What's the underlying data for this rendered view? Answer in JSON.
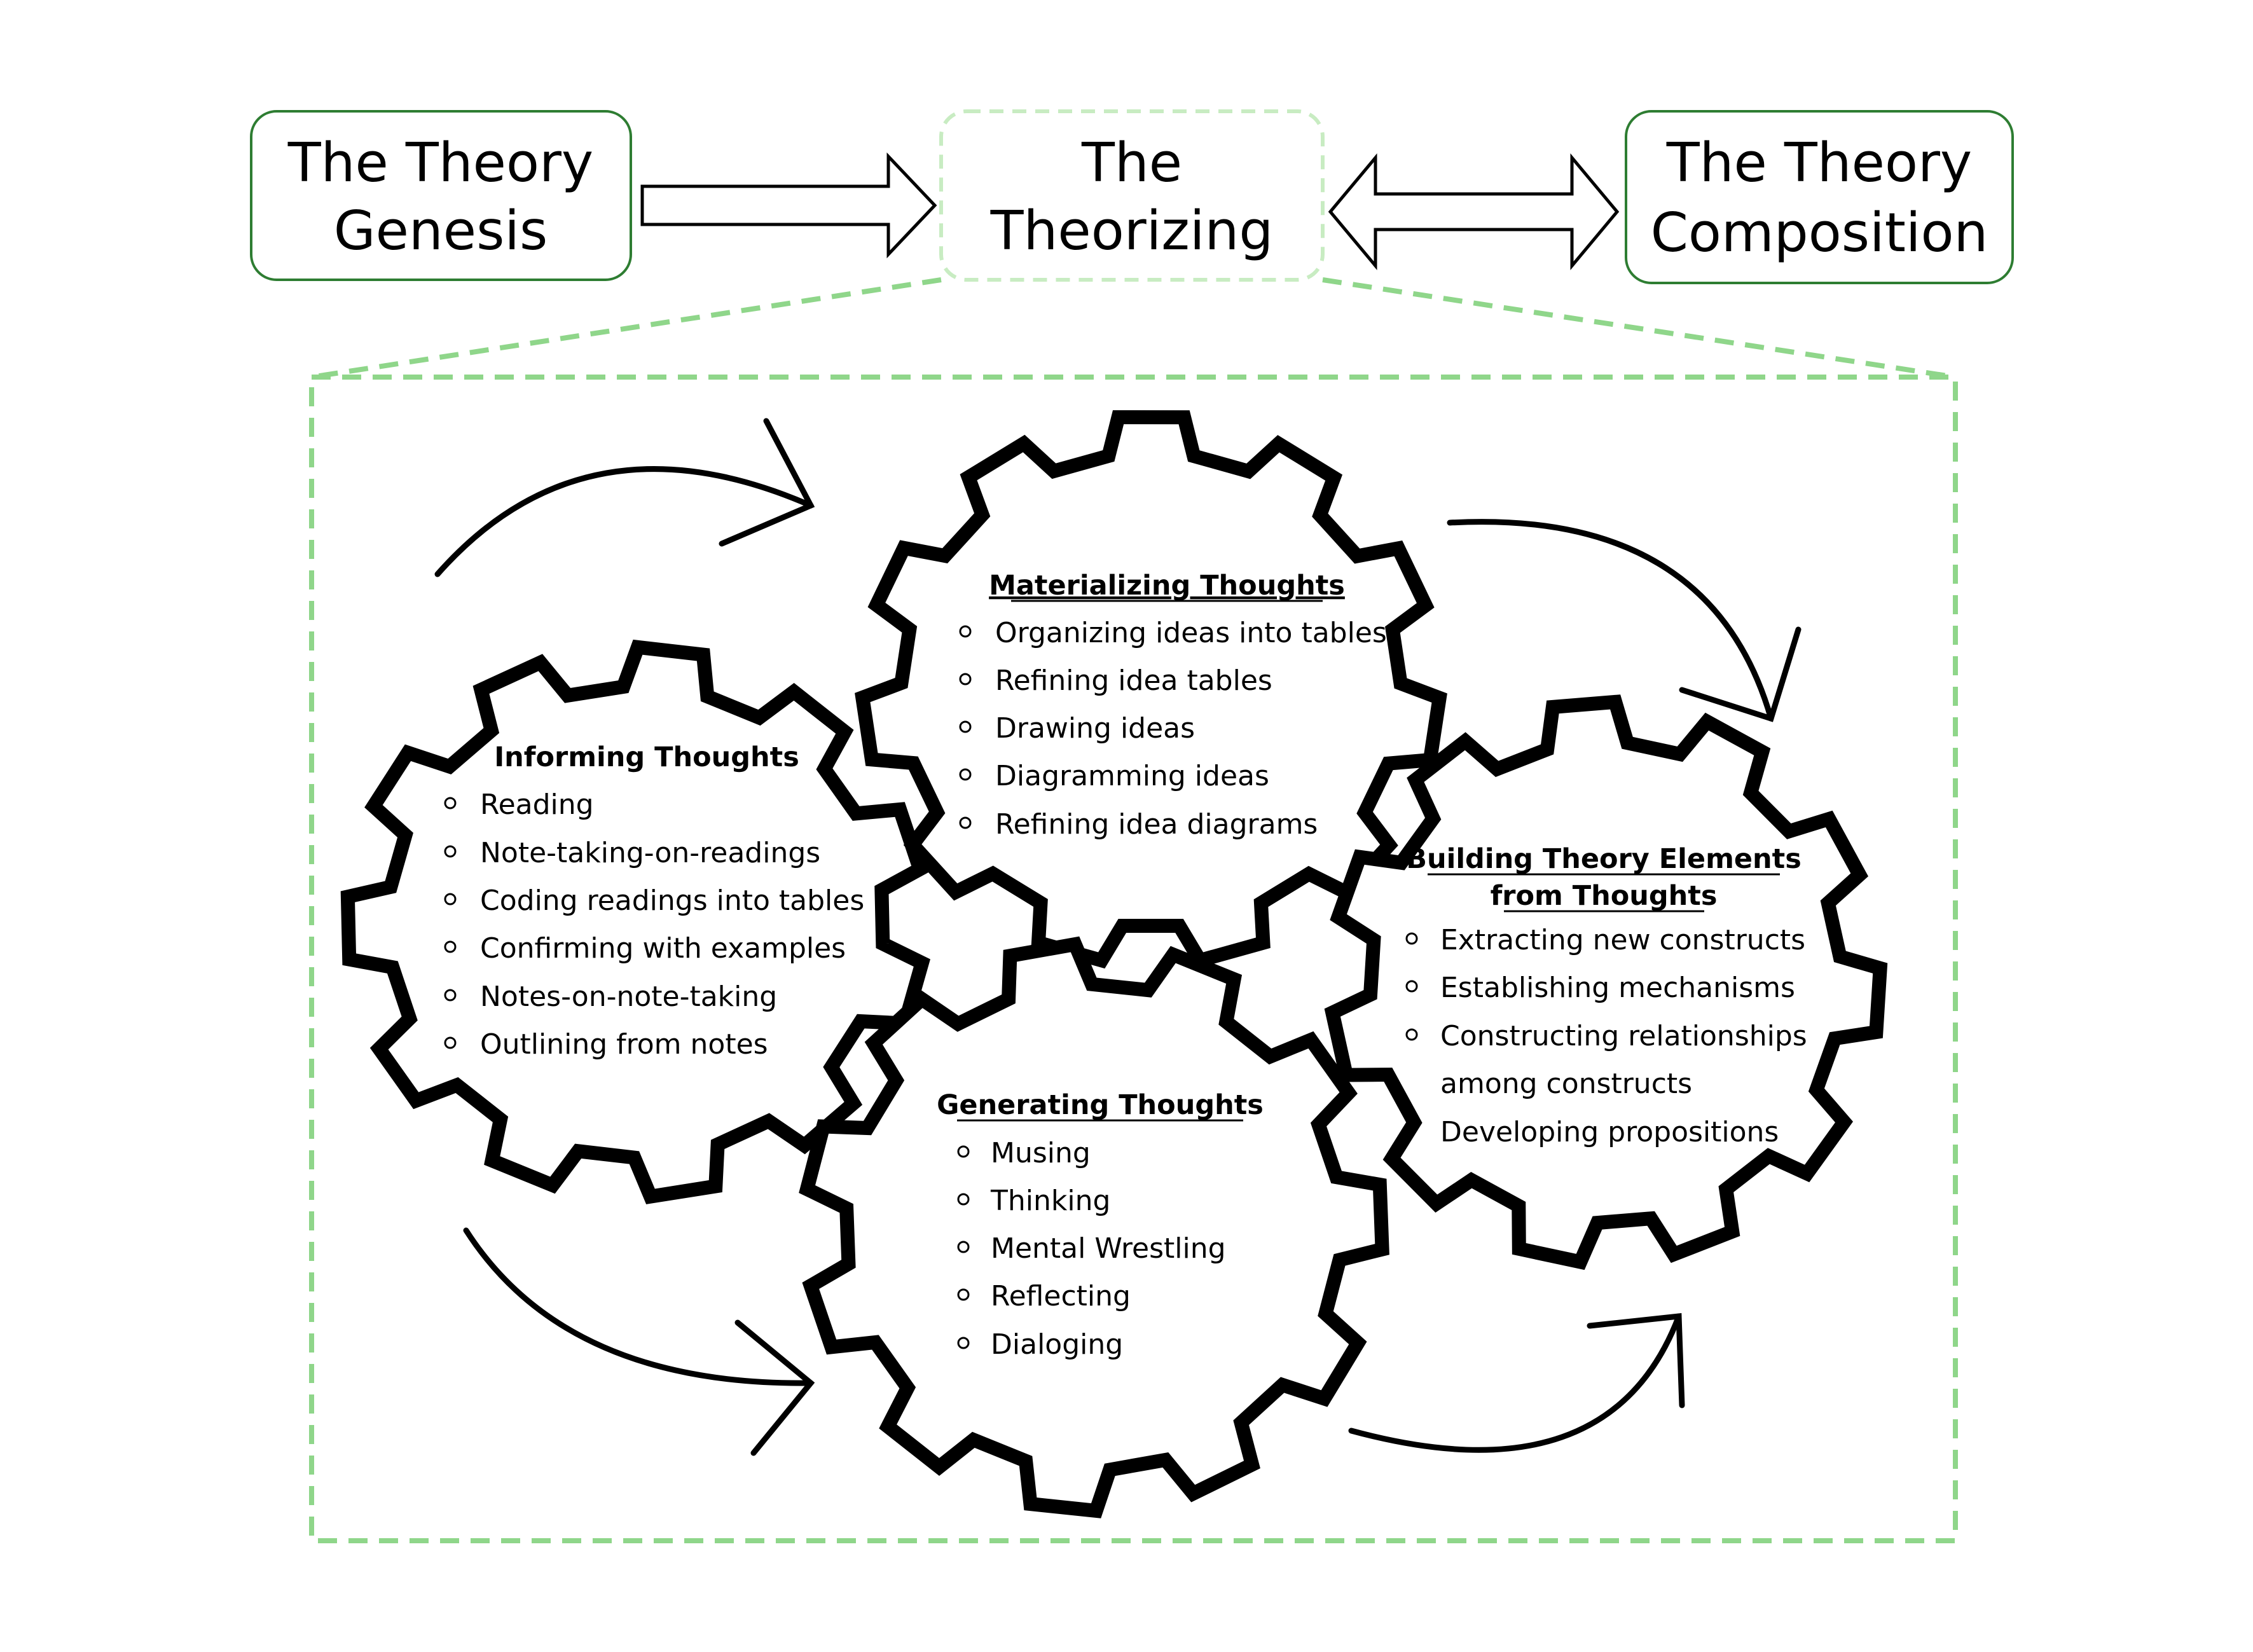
{
  "colors": {
    "stage_border": "#2e7d32",
    "dashed_green": "#8fd68a",
    "dashed_light": "#c8ecc2",
    "gear_stroke": "#000000",
    "text": "#000000"
  },
  "stages": {
    "genesis": [
      "The Theory",
      "Genesis"
    ],
    "theorizing": [
      "The",
      "Theorizing"
    ],
    "composition": [
      "The Theory",
      "Composition"
    ]
  },
  "gears": {
    "informing": {
      "title": "Informing Thoughts",
      "items": [
        "Reading",
        "Note-taking-on-readings",
        "Coding readings into tables",
        "Confirming with examples",
        "Notes-on-note-taking",
        "Outlining from notes"
      ]
    },
    "materializing": {
      "title": "Materializing Thoughts",
      "items": [
        "Organizing ideas into tables",
        "Refining idea tables",
        "Drawing ideas",
        "Diagramming ideas",
        "Refining idea diagrams"
      ]
    },
    "generating": {
      "title": "Generating Thoughts",
      "items": [
        "Musing",
        "Thinking",
        "Mental Wrestling",
        "Reflecting",
        "Dialoging"
      ]
    },
    "building": {
      "title": [
        "Building Theory Elements",
        "from Thoughts"
      ],
      "items": [
        "Extracting new constructs",
        "Establishing mechanisms",
        "Constructing relationships",
        "among constructs",
        "Developing propositions"
      ]
    }
  }
}
